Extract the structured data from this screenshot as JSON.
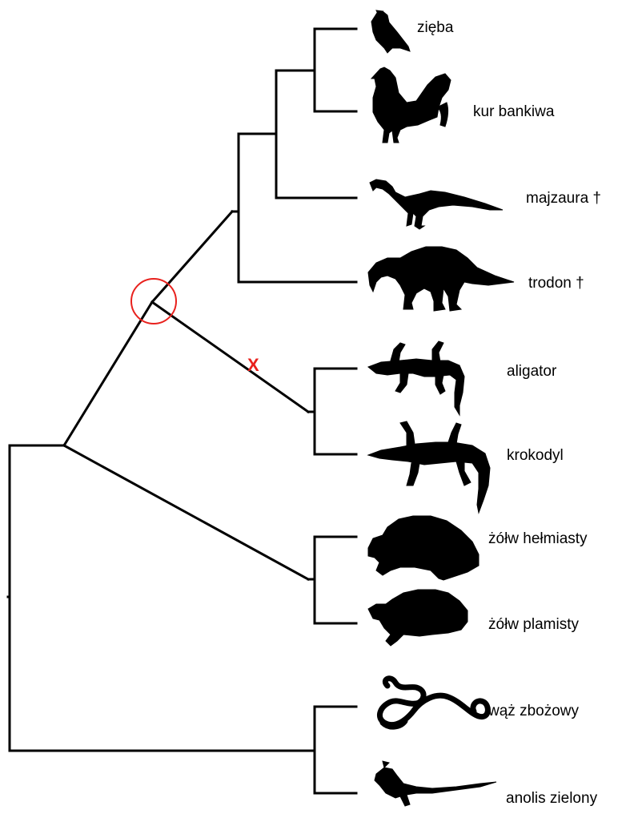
{
  "taxa": [
    {
      "label": "zięba",
      "icon": "finch-silhouette"
    },
    {
      "label": "kur bankiwa",
      "icon": "rooster-silhouette"
    },
    {
      "label": "majzaura †",
      "icon": "maiasaura-silhouette"
    },
    {
      "label": "trodon †",
      "icon": "troodon-silhouette"
    },
    {
      "label": "aligator",
      "icon": "alligator-silhouette"
    },
    {
      "label": "krokodyl",
      "icon": "crocodile-silhouette"
    },
    {
      "label": "żółw hełmiasty",
      "icon": "helmeted-turtle-silhouette"
    },
    {
      "label": "żółw plamisty",
      "icon": "spotted-turtle-silhouette"
    },
    {
      "label": "wąż zbożowy",
      "icon": "corn-snake-silhouette"
    },
    {
      "label": "anolis zielony",
      "icon": "green-anole-silhouette"
    }
  ],
  "annotations": {
    "branch_mark": "X",
    "mark_color": "#e8211d",
    "node_circle_color": "#e8211d"
  },
  "colors": {
    "branches": "#000000",
    "silhouettes": "#000000",
    "background": "#ffffff"
  }
}
